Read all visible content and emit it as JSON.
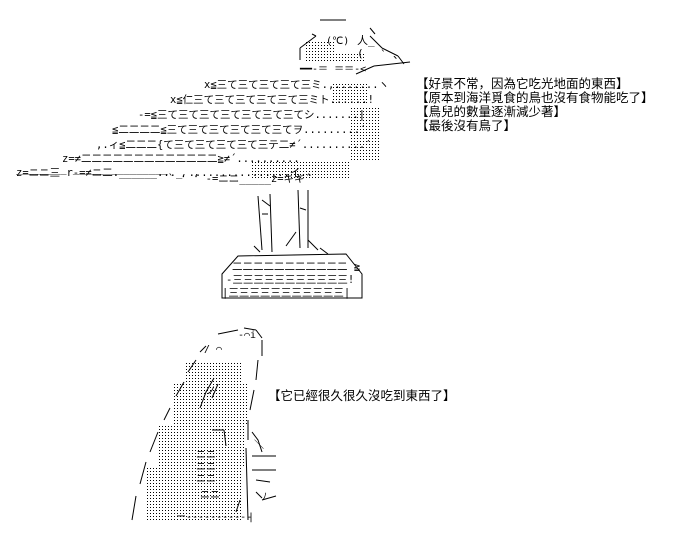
{
  "bird_scene": {
    "captions": [
      "【好景不常，因為它吃光地面的東西】",
      "【原本到海洋覓食的鳥也沒有食物能吃了】",
      "【鳥兒的數量逐漸減少著】",
      "【最後沒有鳥了】"
    ],
    "label_c": "(℃)"
  },
  "gone_scene": {
    "caption": "【它已經很久很久沒吃到東西了】"
  }
}
